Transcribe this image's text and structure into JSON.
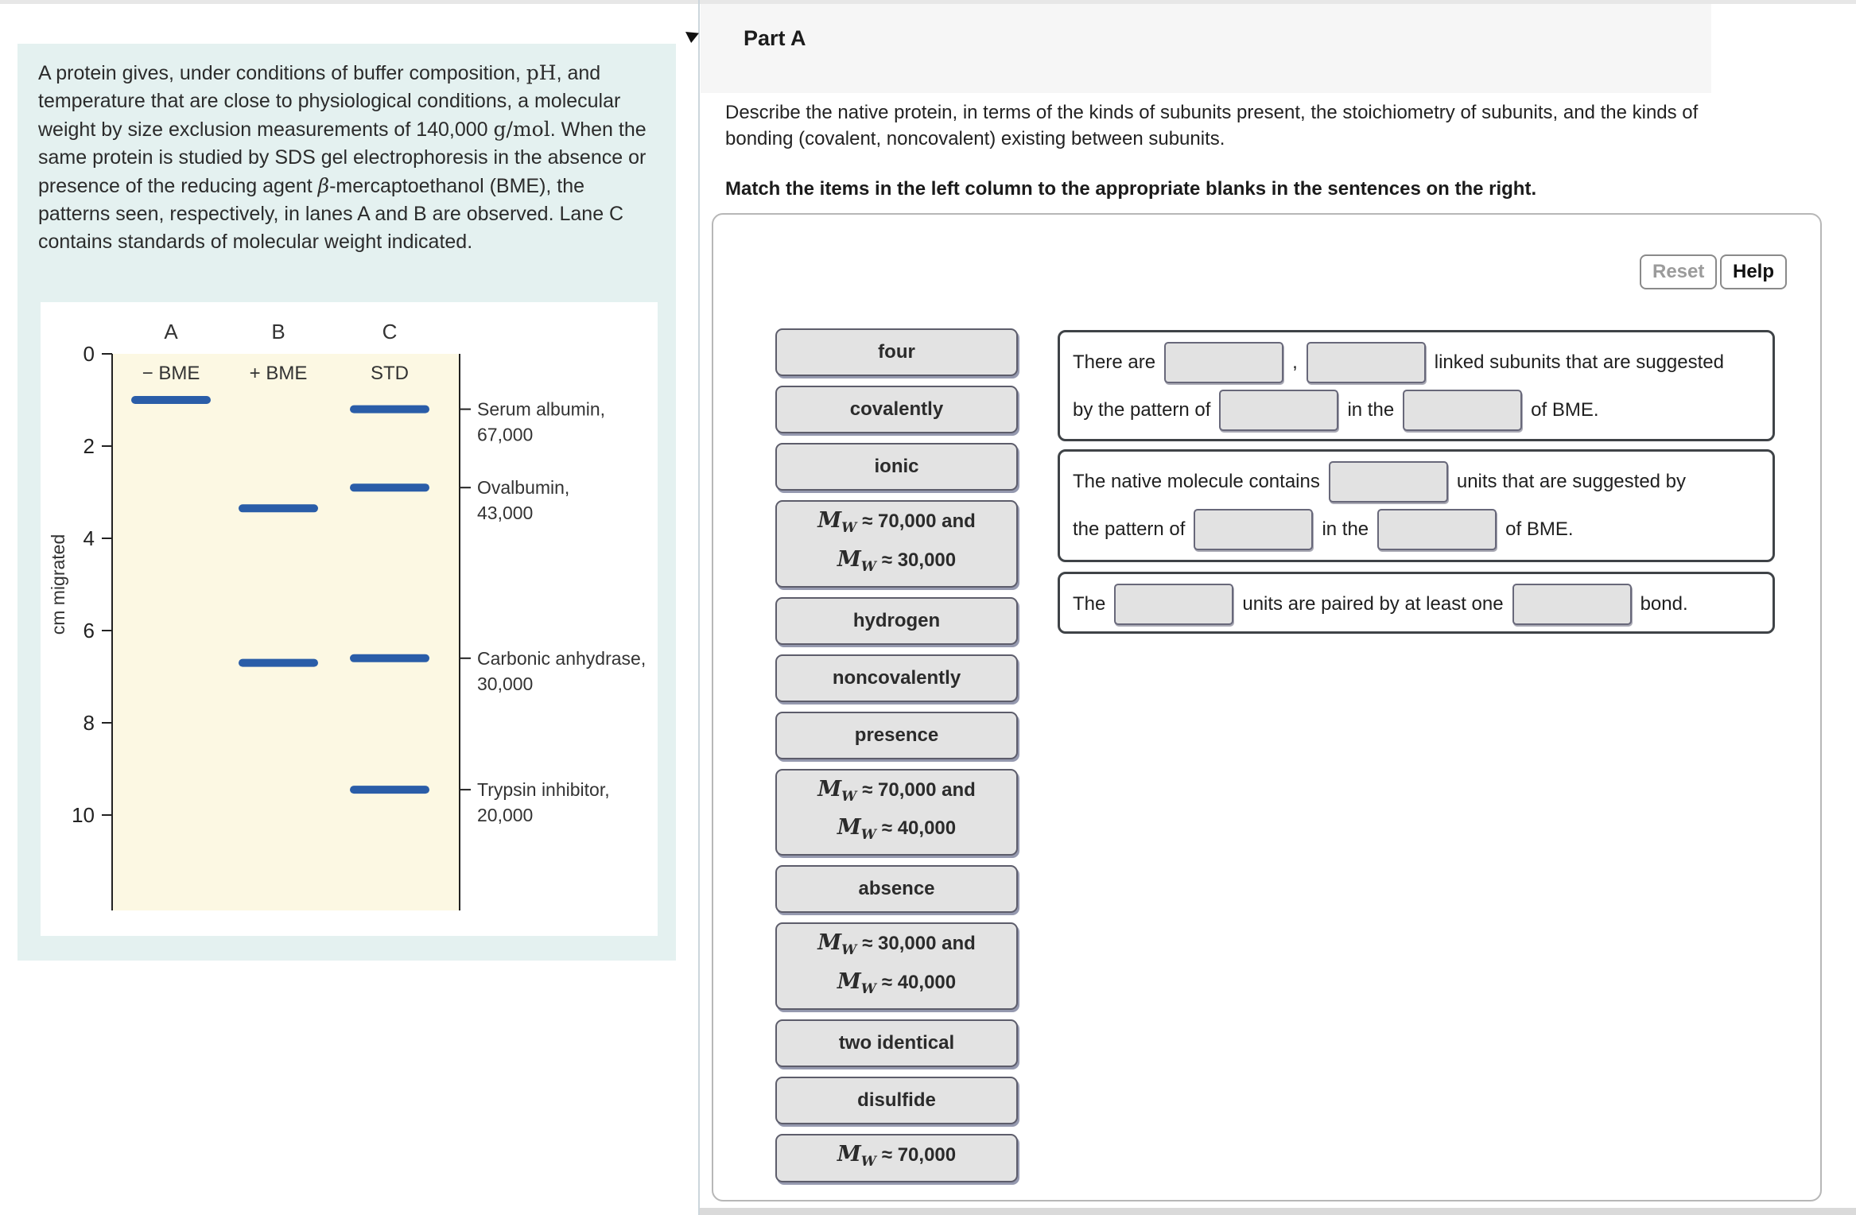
{
  "colors": {
    "left_panel_bg": "#e4f1f0",
    "gel_bg": "#fcf8e3",
    "band_blue": "#2a5da8",
    "item_gray": "#e3e3e3",
    "header_band": "#f6f6f6"
  },
  "left_panel": {
    "para": {
      "s1": "A protein gives, under conditions of buffer composition, ",
      "ph": "pH",
      "s2": ", and temperature that are close to physiological conditions, a molecular weight by size exclusion measurements of 140,000 ",
      "gmol": "g/mol",
      "s3": ". When the same protein is studied by SDS gel electrophoresis in the absence or presence of the reducing agent ",
      "beta": "β",
      "s4": "-mercaptoethanol (BME), the patterns seen, respectively, in lanes A and B are observed. Lane C contains standards of molecular weight indicated."
    }
  },
  "chart_data": {
    "type": "gel-electrophoresis-diagram",
    "ylabel": "cm migrated",
    "yticks": [
      0,
      2,
      4,
      6,
      8,
      10
    ],
    "ylim": [
      0,
      12
    ],
    "band_color": "#2a5da8",
    "lanes": [
      {
        "id": "A",
        "header": "A",
        "label": "− BME",
        "bands_cm": [
          1.0
        ]
      },
      {
        "id": "B",
        "header": "B",
        "label": "+ BME",
        "bands_cm": [
          3.35,
          6.7
        ]
      },
      {
        "id": "C",
        "header": "C",
        "label": "STD",
        "bands_cm": [
          1.2,
          2.9,
          6.6,
          9.45
        ]
      }
    ],
    "standards": [
      {
        "name": "Serum albumin,",
        "mw": "67,000",
        "cm": 1.2
      },
      {
        "name": "Ovalbumin,",
        "mw": "43,000",
        "cm": 2.9
      },
      {
        "name": "Carbonic anhydrase,",
        "mw": "30,000",
        "cm": 6.6
      },
      {
        "name": "Trypsin inhibitor,",
        "mw": "20,000",
        "cm": 9.45
      }
    ]
  },
  "part_a": {
    "title": "Part A",
    "description": "Describe the native protein, in terms of the kinds of subunits present, the stoichiometry of subunits, and the kinds of bonding (covalent, noncovalent) existing between subunits.",
    "instruction": "Match the items in the left column to the appropriate blanks in the sentences on the right.",
    "reset_label": "Reset",
    "help_label": "Help",
    "math_sym": {
      "M": "M",
      "W": "W"
    },
    "items": [
      {
        "label": "four"
      },
      {
        "label": "covalently"
      },
      {
        "label": "ionic"
      },
      {
        "math": true,
        "line1": "≈ 70,000 and",
        "line2": "≈ 30,000"
      },
      {
        "label": "hydrogen"
      },
      {
        "label": "noncovalently"
      },
      {
        "label": "presence"
      },
      {
        "math": true,
        "line1": "≈ 70,000 and",
        "line2": "≈ 40,000"
      },
      {
        "label": "absence"
      },
      {
        "math": true,
        "line1": "≈ 30,000 and",
        "line2": "≈ 40,000"
      },
      {
        "label": "two identical"
      },
      {
        "label": "disulfide"
      },
      {
        "math": true,
        "line1": "≈ 70,000"
      }
    ],
    "sentences": {
      "s1": {
        "t1": "There are",
        "comma": ",",
        "t2": "linked subunits that are suggested",
        "t3": "by the pattern of",
        "t4": "in the",
        "t5": "of BME."
      },
      "s2": {
        "t1": "The native molecule contains",
        "t2": "units that are suggested by",
        "t3": "the pattern of",
        "t4": "in the",
        "t5": "of BME."
      },
      "s3": {
        "t1": "The",
        "t2": "units are paired by at least one",
        "t3": "bond."
      }
    }
  }
}
